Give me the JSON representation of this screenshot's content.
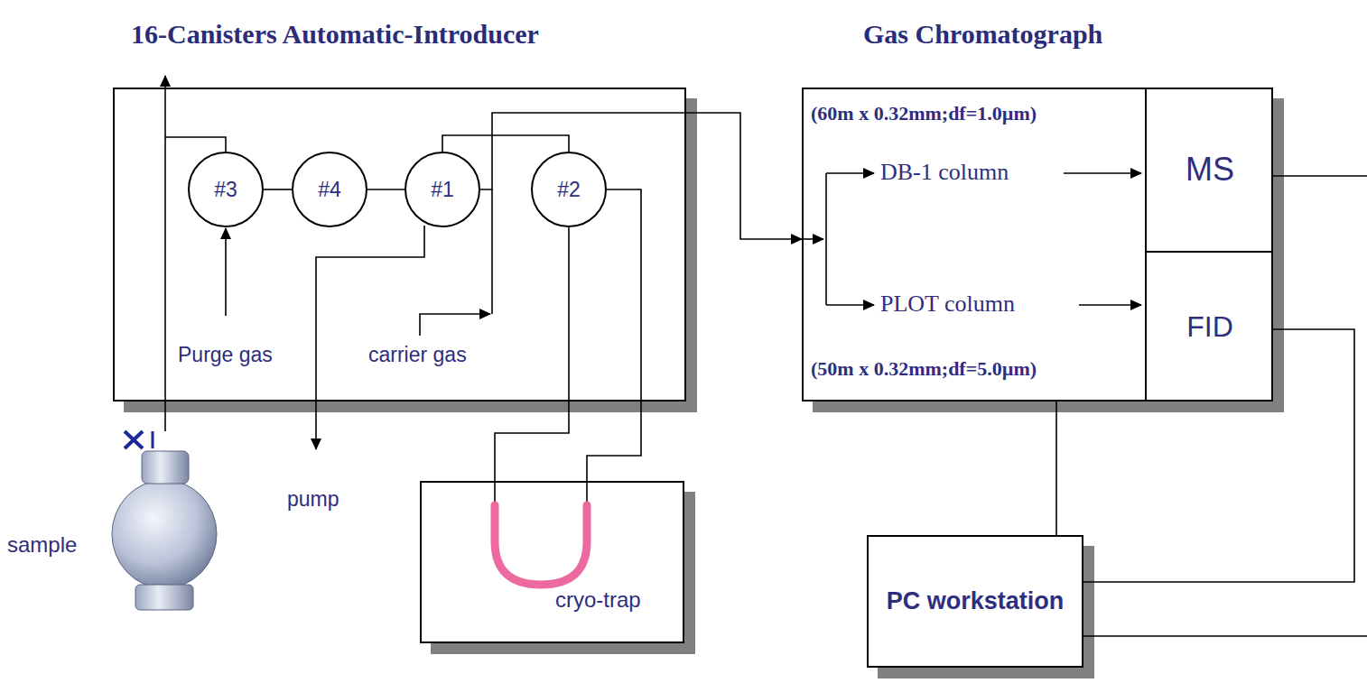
{
  "diagram": {
    "nodes": [
      {
        "text": [
          "16-Canisters Automatic-Introducer"
        ]
      },
      {
        "text": [
          "#3"
        ],
        "in": 0
      },
      {
        "text": [
          "#4"
        ],
        "in": 0
      },
      {
        "text": [
          "#1"
        ],
        "in": 0
      },
      {
        "text": [
          "#2"
        ],
        "in": 0
      },
      {
        "text": [
          "Gas Chromatograph"
        ]
      },
      {
        "text": [
          "MS"
        ],
        "in": 5
      },
      {
        "text": [
          "FID"
        ],
        "in": 5
      },
      {
        "text": [
          "cryo-trap"
        ]
      },
      {
        "text": [
          "PC workstation"
        ]
      }
    ],
    "edges": [
      {
        "from": 1,
        "to": 2,
        "arrow": "none"
      },
      {
        "from": 2,
        "to": 3,
        "arrow": "none"
      },
      {
        "from": 3,
        "to": 4,
        "arrow": "none"
      },
      {
        "from": 3,
        "to": 5,
        "arrow": "to"
      },
      {
        "from": 4,
        "to": 8,
        "arrow": "none"
      },
      {
        "from": 5,
        "to": 9,
        "arrow": "none"
      },
      {
        "from": 6,
        "to": 9,
        "arrow": "none"
      },
      {
        "from": 7,
        "to": 9,
        "arrow": "none"
      }
    ],
    "labels": [
      "Purge gas",
      "carrier gas",
      "pump",
      "sample",
      "(60m x 0.32mm;df=1.0µm)",
      "DB-1 column",
      "PLOT column",
      "(50m x 0.32mm;df=5.0µm)"
    ]
  }
}
